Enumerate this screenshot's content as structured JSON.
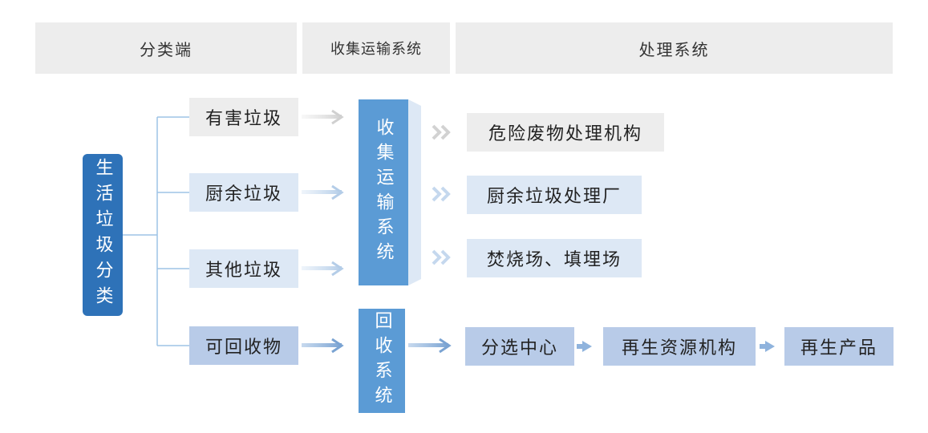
{
  "header": {
    "col1": "分类端",
    "col2": "收集运输系统",
    "col3": "处理系统"
  },
  "root": {
    "label": "生活垃圾分类"
  },
  "categories": [
    {
      "label": "有害垃圾"
    },
    {
      "label": "厨余垃圾"
    },
    {
      "label": "其他垃圾"
    },
    {
      "label": "可回收物"
    }
  ],
  "transport": {
    "collection": "收集运输系统",
    "recycling": "回收系统"
  },
  "treatment": {
    "hazardous": "危险废物处理机构",
    "kitchen": "厨余垃圾处理厂",
    "other": "焚烧场、填埋场",
    "sorting": "分选中心",
    "renewable": "再生资源机构",
    "product": "再生产品"
  },
  "colors": {
    "header_bg": "#ededed",
    "root_bg": "#2e72b8",
    "transport_bg": "#5b9bd5",
    "light_blue": "#dde8f5",
    "mid_blue": "#b8cbe8",
    "connector": "#9dc3e6"
  }
}
